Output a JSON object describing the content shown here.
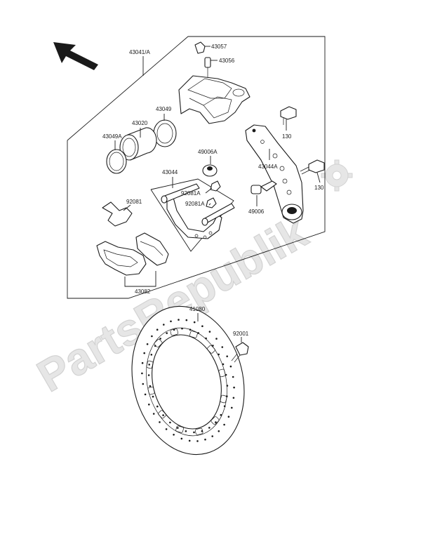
{
  "watermark": "PartsRepublik",
  "labels": {
    "l43041A": "43041/A",
    "l43057": "43057",
    "l43056": "43056",
    "l43049": "43049",
    "l43020": "43020",
    "l43049A": "43049A",
    "l130a": "130",
    "l130b": "130",
    "l49006A": "49006A",
    "l43044": "43044",
    "l43044A": "43044A",
    "l92081A1": "92081A",
    "l92081A2": "92081A",
    "l92081": "92081",
    "l49006": "49006",
    "l43082": "43082",
    "l41080": "41080",
    "l92001": "92001"
  },
  "colors": {
    "ink": "#1a1a1a",
    "paper": "#ffffff",
    "watermark": "#e6e6e6"
  },
  "icons": {
    "direction": "front-arrow-icon",
    "gear": "gear-watermark-icon"
  }
}
